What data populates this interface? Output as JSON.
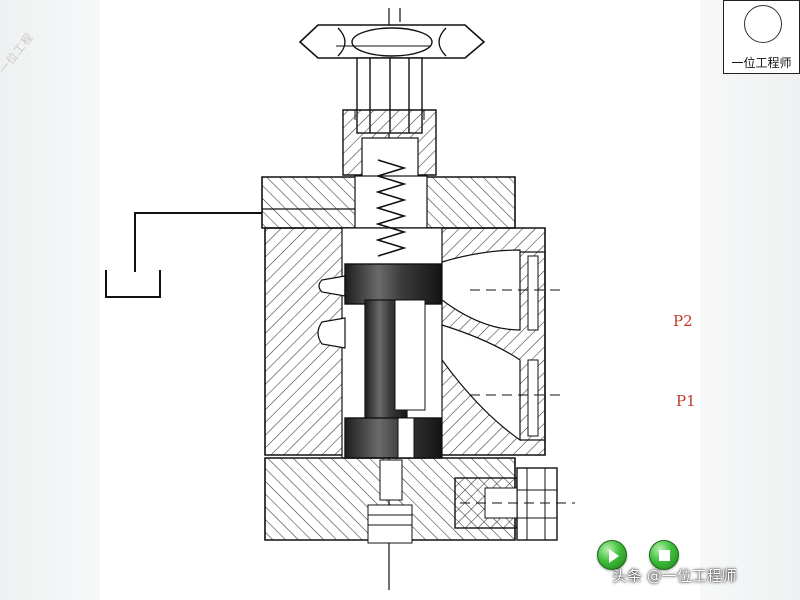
{
  "branding": {
    "logo_caption": "一位工程师",
    "watermark_text": "头条号：一位工程",
    "credit_text": "头条 @一位工程师"
  },
  "diagram": {
    "port_labels": {
      "p2": "P2",
      "p1": "P1"
    },
    "label_color": "#c0392b",
    "spool_color": "#2b2b2b",
    "hatch_color": "#333333"
  },
  "controls": {
    "play_icon": "play-icon",
    "stop_icon": "stop-icon",
    "button_color": "#3fbf3a"
  }
}
